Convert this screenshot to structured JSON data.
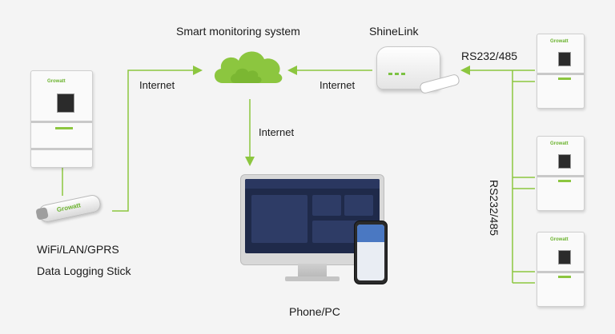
{
  "labels": {
    "smart_monitoring": "Smart monitoring system",
    "shinelink": "ShineLink",
    "internet_left": "Internet",
    "internet_mid": "Internet",
    "internet_down": "Internet",
    "rs_top": "RS232/485",
    "rs_vertical": "RS232/485",
    "stick_line1": "WiFi/LAN/GPRS",
    "stick_line2": "Data Logging Stick",
    "phone_pc": "Phone/PC"
  },
  "brand_text": "Growatt",
  "colors": {
    "accent": "#8cc63f",
    "line": "#8cc63f"
  },
  "icons": {
    "cloud": "cloud-icon",
    "inverter": "inverter-icon",
    "stick": "logging-stick-icon",
    "router": "shinelink-router-icon",
    "monitor": "monitor-icon",
    "phone": "phone-icon"
  }
}
